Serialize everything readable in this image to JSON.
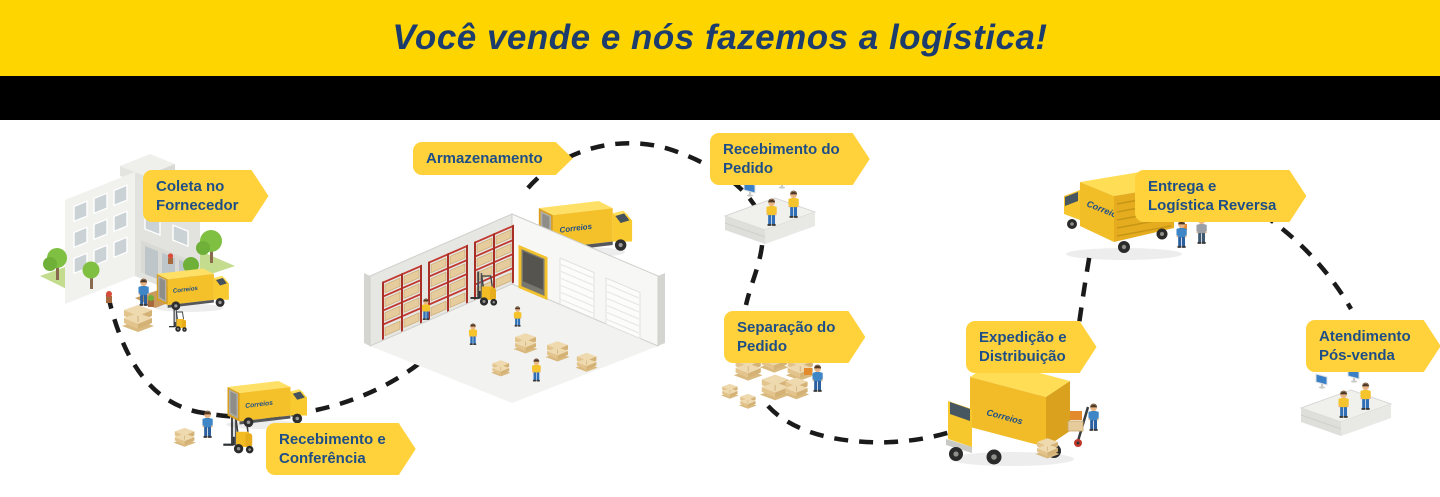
{
  "banner": {
    "title": "Você vende e nós fazemos a logística!"
  },
  "brand": {
    "truck_logo": "Correios"
  },
  "colors": {
    "banner_yellow": "#FFD500",
    "badge_yellow": "#FFD23B",
    "navy_text": "#1E4E87",
    "banner_text": "#1C3C6E",
    "dash": "#1A1A1A",
    "truck_yellow": "#F5C12B"
  },
  "steps": [
    {
      "id": "coleta-no-fornecedor",
      "line1": "Coleta no",
      "line2": "Fornecedor"
    },
    {
      "id": "recebimento-e-conferencia",
      "line1": "Recebimento e",
      "line2": "Conferência"
    },
    {
      "id": "armazenamento",
      "line1": "Armazenamento",
      "line2": ""
    },
    {
      "id": "recebimento-do-pedido",
      "line1": "Recebimento do",
      "line2": "Pedido"
    },
    {
      "id": "separacao-do-pedido",
      "line1": "Separação do",
      "line2": "Pedido"
    },
    {
      "id": "expedicao-e-distribuicao",
      "line1": "Expedição e",
      "line2": "Distribuição"
    },
    {
      "id": "entrega-logistica-reversa",
      "line1": "Entrega e",
      "line2": "Logística Reversa"
    },
    {
      "id": "atendimento-pos-venda",
      "line1": "Atendimento",
      "line2": "Pós-venda"
    }
  ]
}
